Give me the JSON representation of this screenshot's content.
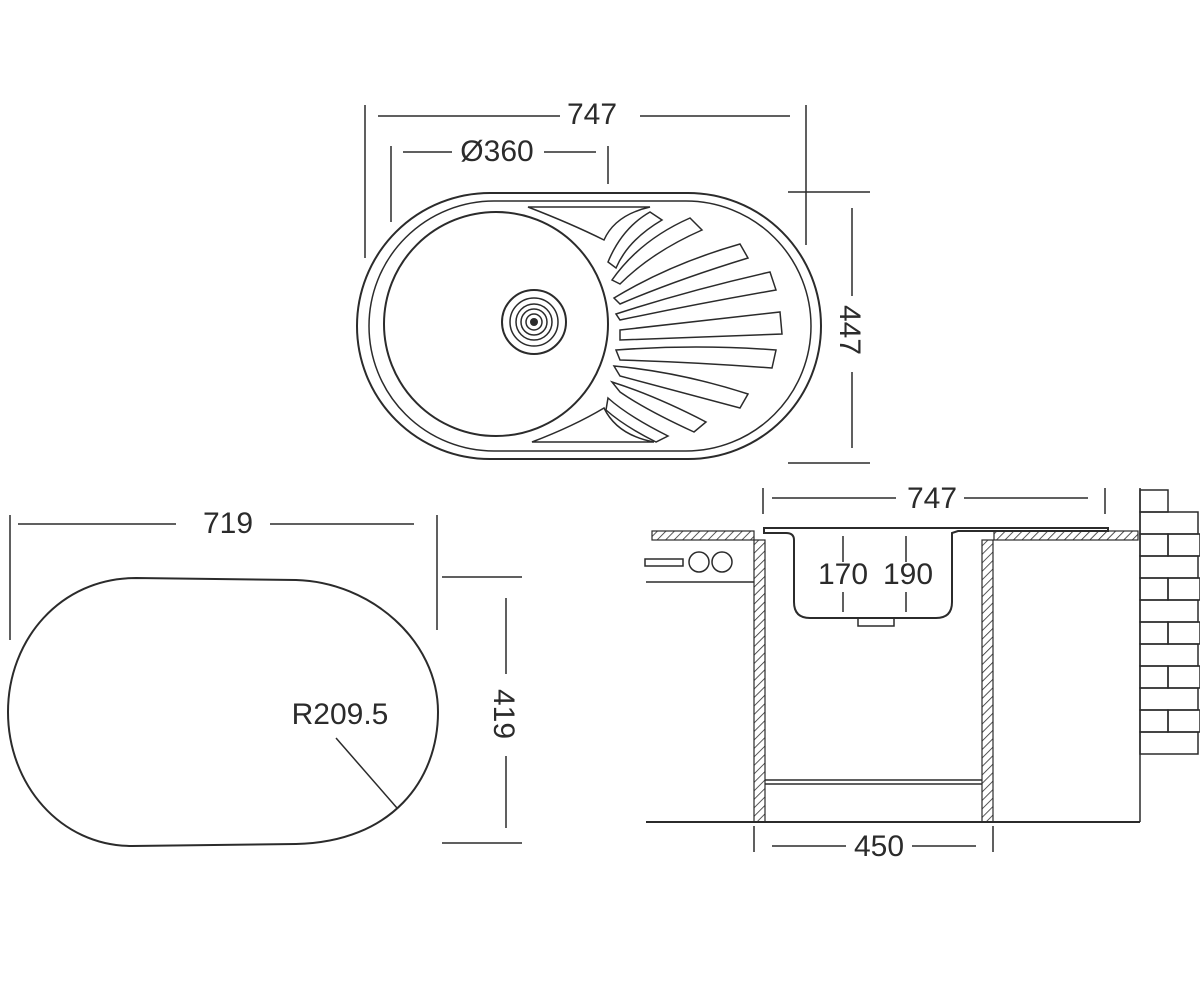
{
  "top_view": {
    "overall_width": "747",
    "bowl_diameter": "Ø360",
    "overall_depth": "447"
  },
  "cutout": {
    "width": "719",
    "radius": "R209.5",
    "depth": "419"
  },
  "section": {
    "overall_width": "747",
    "bowl_depth_1": "170",
    "bowl_depth_2": "190",
    "cabinet_width": "450"
  },
  "colors": {
    "line": "#2b2b2b",
    "background": "#ffffff"
  }
}
